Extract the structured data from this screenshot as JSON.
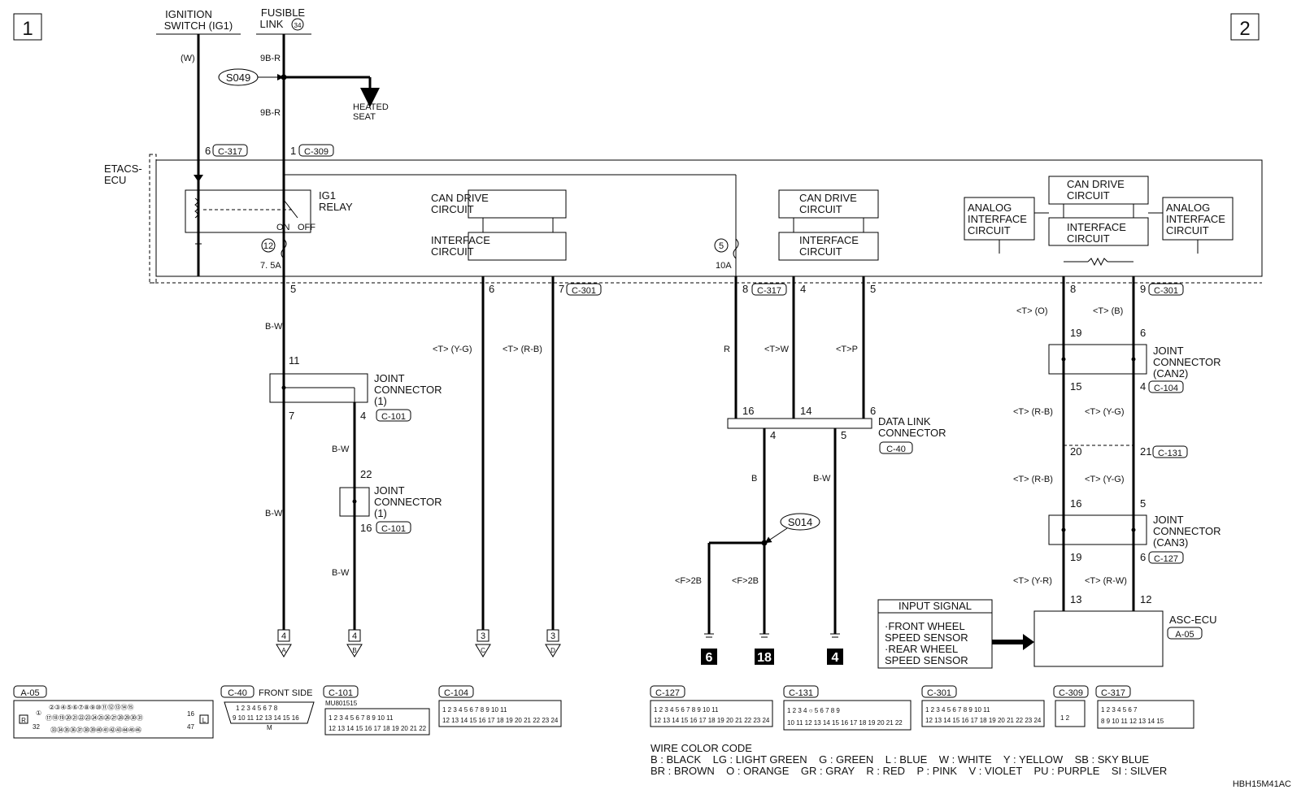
{
  "page_numbers": {
    "left": "1",
    "right": "2"
  },
  "sources": {
    "ignition": [
      "IGNITION",
      "SWITCH (IG1)"
    ],
    "fusible": [
      "FUSIBLE",
      "LINK"
    ],
    "fusible_num": "34"
  },
  "splices": {
    "s049": "S049",
    "s014": "S014"
  },
  "heated_seat": [
    "HEATED",
    "SEAT"
  ],
  "wire_codes": {
    "w": "(W)",
    "9br": "9B-R",
    "bw": "B-W",
    "b": "B",
    "r": "R",
    "tyg": "<T> (Y-G)",
    "trb": "<T> (R-B)",
    "tw": "<T>W",
    "tp": "<T>P",
    "to": "<T> (O)",
    "tb": "<T> (B)",
    "tyr": "<T> (Y-R)",
    "trw": "<T> (R-W)",
    "f2b": "<F>2B"
  },
  "etacs": {
    "name": [
      "ETACS-",
      "ECU"
    ],
    "relay": [
      "IG1",
      "RELAY"
    ],
    "on": "ON",
    "off": "OFF",
    "fuse12_num": "12",
    "fuse12_amp": "7. 5A",
    "fuse5_num": "5",
    "fuse5_amp": "10A",
    "can_drive": [
      "CAN DRIVE",
      "CIRCUIT"
    ],
    "interface": [
      "INTERFACE",
      "CIRCUIT"
    ],
    "analog": [
      "ANALOG",
      "INTERFACE",
      "CIRCUIT"
    ]
  },
  "connectors": {
    "c317": "C-317",
    "c309": "C-309",
    "c301": "C-301",
    "c101": "C-101",
    "c104": "C-104",
    "c131": "C-131",
    "c127": "C-127",
    "c40": "C-40",
    "a05": "A-05"
  },
  "pins": {
    "p6": "6",
    "p1": "1",
    "p5": "5",
    "p7": "7",
    "p8": "8",
    "p4": "4",
    "p9": "9",
    "p11": "11",
    "p22": "22",
    "p16": "16",
    "p14": "14",
    "p19": "19",
    "p15": "15",
    "p20": "20",
    "p21": "21",
    "p13": "13",
    "p12": "12"
  },
  "joint_connector": [
    "JOINT",
    "CONNECTOR",
    "(1)"
  ],
  "joint_can2": [
    "JOINT",
    "CONNECTOR",
    "(CAN2)"
  ],
  "joint_can3": [
    "JOINT",
    "CONNECTOR",
    "(CAN3)"
  ],
  "data_link": [
    "DATA LINK",
    "CONNECTOR"
  ],
  "asc_ecu": "ASC-ECU",
  "input_signal": {
    "title": "INPUT SIGNAL",
    "lines": [
      "·FRONT WHEEL",
      "  SPEED SENSOR",
      "·REAR WHEEL",
      "  SPEED SENSOR"
    ]
  },
  "terminals": [
    {
      "page": "4",
      "letter": "A"
    },
    {
      "page": "4",
      "letter": "B"
    },
    {
      "page": "3",
      "letter": "C"
    },
    {
      "page": "3",
      "letter": "D"
    }
  ],
  "grounds": [
    "6",
    "18",
    "4"
  ],
  "connector_views": {
    "c40_note": "FRONT SIDE",
    "part_no": "MU801515",
    "a05_r": "R",
    "a05_l": "L",
    "a05_row1": "②③④⑤⑥⑦⑧⑨⑩⑪⑫⑬⑭⑮",
    "a05_row2": "⑰⑱⑲⑳㉑㉒㉓㉔㉕㉖㉗㉘㉙㉚㉛",
    "a05_row3": "㉝㉞㉟㊱㊲㊳㊴㊵㊶㊷㊸㊹㊺㊻",
    "a05_1": "①",
    "a05_32": "32",
    "a05_16": "16",
    "a05_47": "47",
    "c40_row1": "1 2 3 4 5 6 7 8",
    "c40_row2": "9 10 11 12 13 14 15 16",
    "c40_m": "M",
    "c101_row1": "1 2 3 4 5 6 7 8 9 10 11",
    "c101_row2": "12 13 14 15 16 17 18 19 20 21 22",
    "c104_row1": "1 2 3 4 5      6 7 8 9 10 11",
    "c104_row2": "12 13 14 15 16 17 18 19 20 21 22 23 24",
    "c131_row1": "1  2 3 4     ○     5 6 7 8   9",
    "c131_row2": "10 11 12 13 14 15 16 17 18 19 20 21  22",
    "c309_pins": "1 2",
    "c317_row1": "1 2 3 4       5 6 7",
    "c317_row2": "8 9 10 11   12   13 14 15"
  },
  "wire_color_code": {
    "title": "WIRE COLOR CODE",
    "line1": "B : BLACK    LG : LIGHT GREEN    G : GREEN    L : BLUE    W : WHITE    Y : YELLOW    SB : SKY BLUE",
    "line2": "BR : BROWN    O : ORANGE    GR : GRAY    R : RED    P : PINK    V : VIOLET    PU : PURPLE    SI : SILVER"
  },
  "drawing_id": "HBH15M41AC"
}
